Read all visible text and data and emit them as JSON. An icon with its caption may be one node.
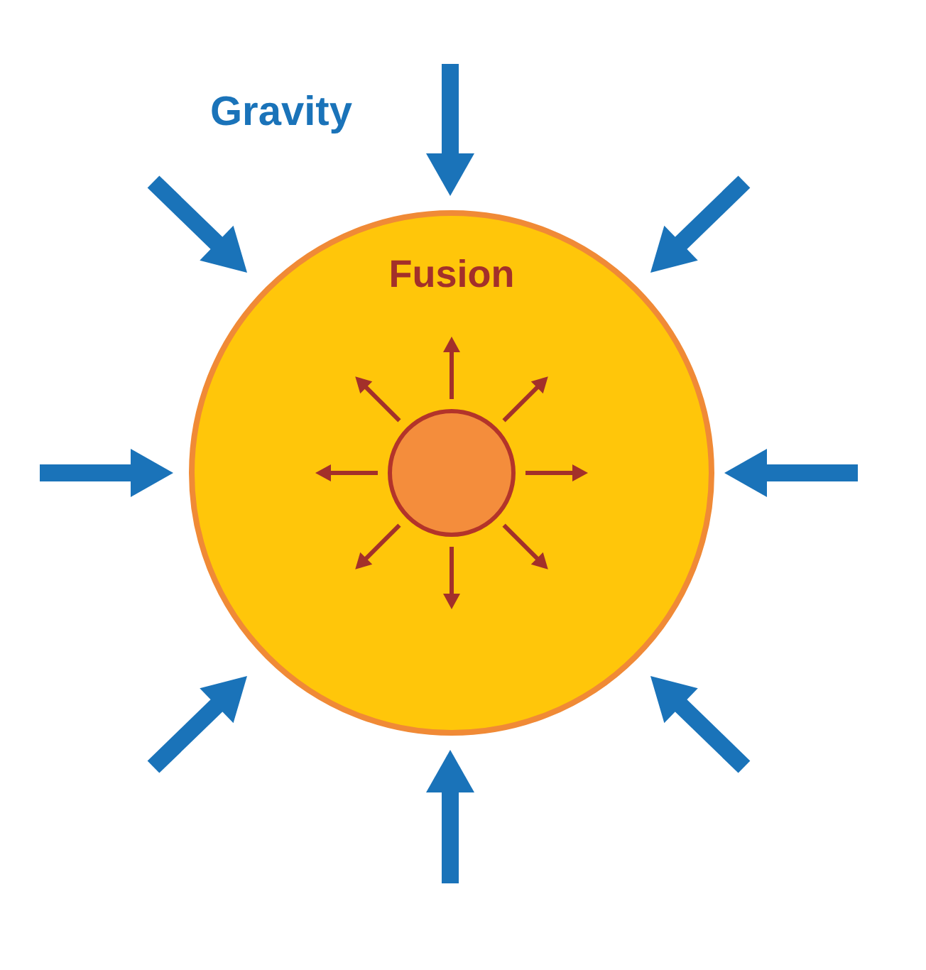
{
  "diagram": {
    "nodes": [
      {
        "text": [
          "Fusion"
        ]
      },
      {
        "text": [],
        "shape": "circle",
        "in": 0
      }
    ],
    "labels": [
      "Gravity"
    ]
  }
}
